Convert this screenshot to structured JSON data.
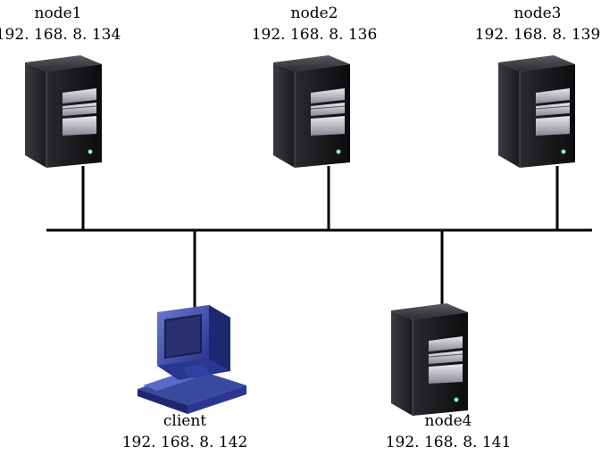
{
  "nodes": [
    {
      "name": "node1",
      "ip": "192. 168. 8. 134"
    },
    {
      "name": "node2",
      "ip": "192. 168. 8. 136"
    },
    {
      "name": "node3",
      "ip": "192. 168. 8. 139"
    },
    {
      "name": "node4",
      "ip": "192. 168. 8. 141"
    }
  ],
  "client": {
    "name": "client",
    "ip": "192. 168. 8. 142"
  },
  "icons": {
    "server": "server-tower-icon",
    "client": "desktop-computer-icon"
  },
  "colors": {
    "line": "#000000",
    "server_body": "#1c1c1e",
    "client_body": "#3a4aa0"
  }
}
